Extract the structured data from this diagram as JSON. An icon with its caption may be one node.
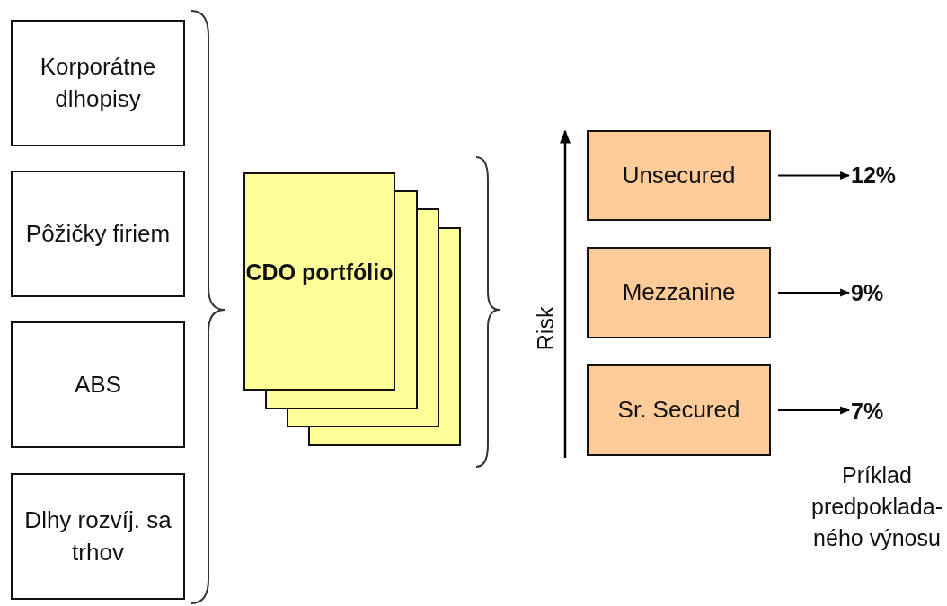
{
  "diagram": {
    "nodes": [
      {
        "text": [
          "Korporátne dlhopisy"
        ]
      },
      {
        "text": [
          "Pôžičky firiem"
        ]
      },
      {
        "text": [
          "ABS"
        ]
      },
      {
        "text": [
          "Dlhy rozvíj. sa trhov"
        ]
      },
      {
        "text": [
          "CDO portfólio"
        ]
      },
      {
        "text": [
          "Unsecured"
        ]
      },
      {
        "text": [
          "Mezzanine"
        ]
      },
      {
        "text": [
          "Sr. Secured"
        ]
      },
      {
        "text": [
          "12%"
        ]
      },
      {
        "text": [
          "9%"
        ]
      },
      {
        "text": [
          "7%"
        ]
      }
    ],
    "edges": [
      {
        "from": 5,
        "to": 8,
        "arrow": "to"
      },
      {
        "from": 6,
        "to": 9,
        "arrow": "to"
      },
      {
        "from": 7,
        "to": 10,
        "arrow": "to"
      }
    ],
    "labels": [
      "Risk",
      "Príklad predpoklada-ného výnosu"
    ]
  }
}
